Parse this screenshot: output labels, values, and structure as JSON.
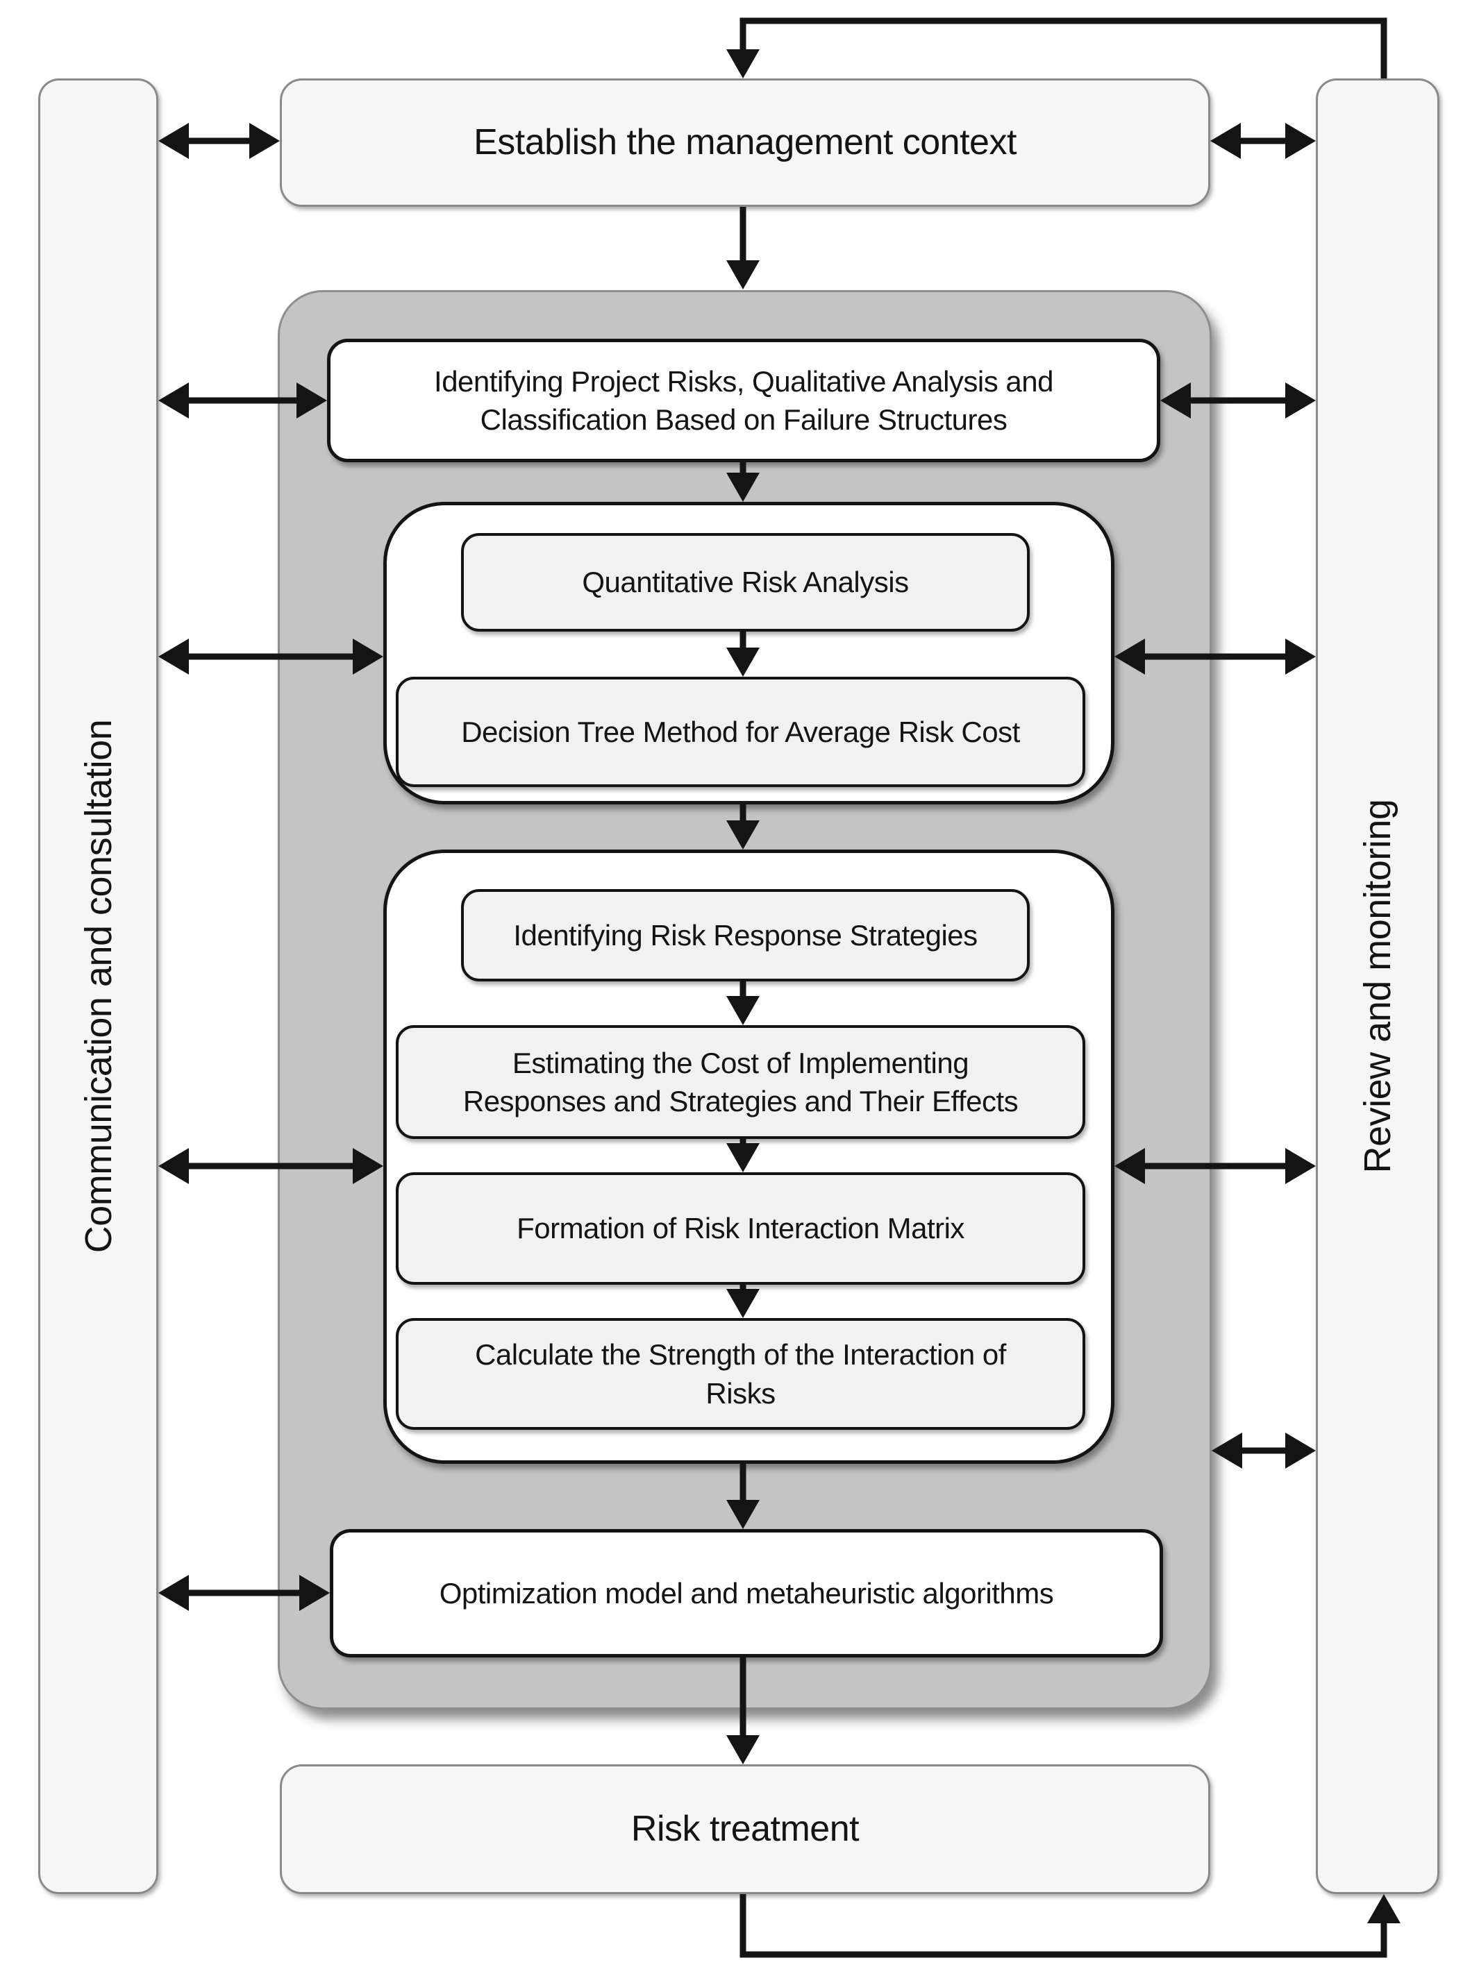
{
  "colors": {
    "canvas_bg": "#ffffff",
    "stage_box_fill": "#f6f6f6",
    "stage_box_border": "#8a8a8a",
    "gray_container_fill": "#c4c4c4",
    "gray_container_border": "#8e8e8e",
    "white_box_fill": "#ffffff",
    "inner_box_fill": "#f1f1f1",
    "box_border": "#141414",
    "arrow_color": "#141414",
    "text_color": "#141414"
  },
  "side_columns": {
    "left": {
      "label": "Communication and consultation"
    },
    "right": {
      "label": "Review and monitoring"
    }
  },
  "flow": {
    "establish": {
      "label": "Establish the management context"
    },
    "identify": {
      "label": "Identifying Project Risks, Qualitative Analysis and\nClassification Based on Failure Structures"
    },
    "quantitative": {
      "label": "Quantitative Risk Analysis"
    },
    "decision_tree": {
      "label": "Decision Tree Method for Average Risk Cost"
    },
    "response_strategies": {
      "label": "Identifying Risk Response Strategies"
    },
    "estimating": {
      "label": "Estimating the Cost of Implementing\nResponses and Strategies and Their Effects"
    },
    "formation": {
      "label": "Formation of Risk Interaction Matrix"
    },
    "calculate": {
      "label": "Calculate the Strength of the Interaction of\nRisks"
    },
    "optimization": {
      "label": "Optimization model and metaheuristic algorithms"
    },
    "risk_treatment": {
      "label": "Risk treatment"
    }
  }
}
